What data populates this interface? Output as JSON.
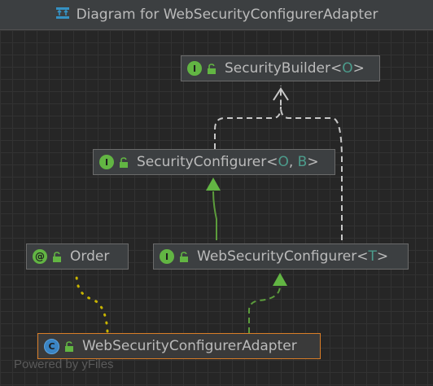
{
  "window": {
    "title": "Diagram for WebSecurityConfigurerAdapter"
  },
  "nodes": {
    "security_builder": {
      "kind": "interface",
      "badge": "I",
      "name": "SecurityBuilder",
      "type_params_open": "<",
      "type_param_1": "O",
      "type_params_close": ">"
    },
    "security_configurer": {
      "kind": "interface",
      "badge": "I",
      "name": "SecurityConfigurer",
      "type_params_open": "<",
      "type_param_1": "O",
      "sep": ", ",
      "type_param_2": "B",
      "type_params_close": ">"
    },
    "order": {
      "kind": "annotation",
      "badge": "@",
      "name": "Order"
    },
    "web_security_configurer": {
      "kind": "interface",
      "badge": "I",
      "name": "WebSecurityConfigurer",
      "type_params_open": "<",
      "type_param_1": "T",
      "type_params_close": ">"
    },
    "web_security_configurer_adapter": {
      "kind": "class",
      "badge": "C",
      "name": "WebSecurityConfigurerAdapter",
      "selected": true
    }
  },
  "edges": [
    {
      "from": "security_configurer",
      "to": "security_builder",
      "style": "dashed",
      "relation": "implements"
    },
    {
      "from": "web_security_configurer",
      "to": "security_builder",
      "style": "dashed",
      "relation": "implements"
    },
    {
      "from": "web_security_configurer",
      "to": "security_configurer",
      "style": "solid-green",
      "relation": "extends"
    },
    {
      "from": "web_security_configurer_adapter",
      "to": "web_security_configurer",
      "style": "dashed-green",
      "relation": "implements"
    },
    {
      "from": "web_security_configurer_adapter",
      "to": "order",
      "style": "dotted-yellow",
      "relation": "annotated-with"
    }
  ],
  "watermark": "Powered by yFiles",
  "colors": {
    "background": "#262626",
    "node_fill": "#3c3f41",
    "node_border": "#6b6b6b",
    "selected_border": "#d97d27",
    "interface_badge": "#62b543",
    "class_badge": "#3a84c4",
    "type_param": "#4c9c8c",
    "extends_edge": "#5c9c3c",
    "implements_edge": "#c8c8c8",
    "annotation_edge": "#c8b400"
  }
}
